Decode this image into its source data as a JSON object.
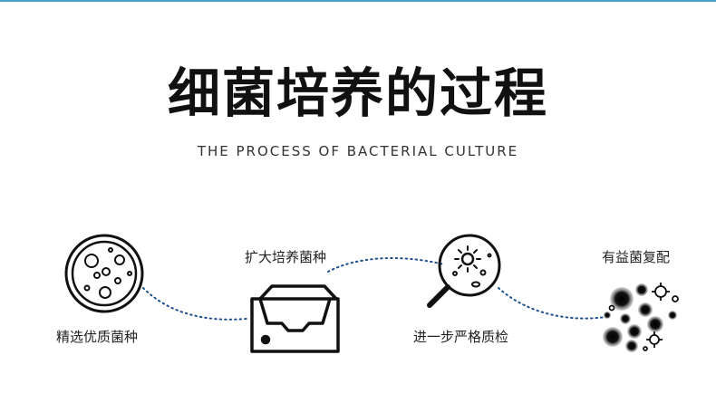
{
  "title": "细菌培养的过程",
  "subtitle": "THE PROCESS OF BACTERIAL CULTURE",
  "steps": [
    {
      "label": "精选优质菌种",
      "icon": "petri-dish-icon"
    },
    {
      "label": "扩大培养菌种",
      "icon": "culture-tray-icon"
    },
    {
      "label": "进一步严格质检",
      "icon": "magnifier-bacteria-icon"
    },
    {
      "label": "有益菌复配",
      "icon": "bacteria-cluster-icon"
    }
  ],
  "colors": {
    "accent": "#4aa3c7",
    "dots": "#1f4f8f",
    "ink": "#111111"
  }
}
